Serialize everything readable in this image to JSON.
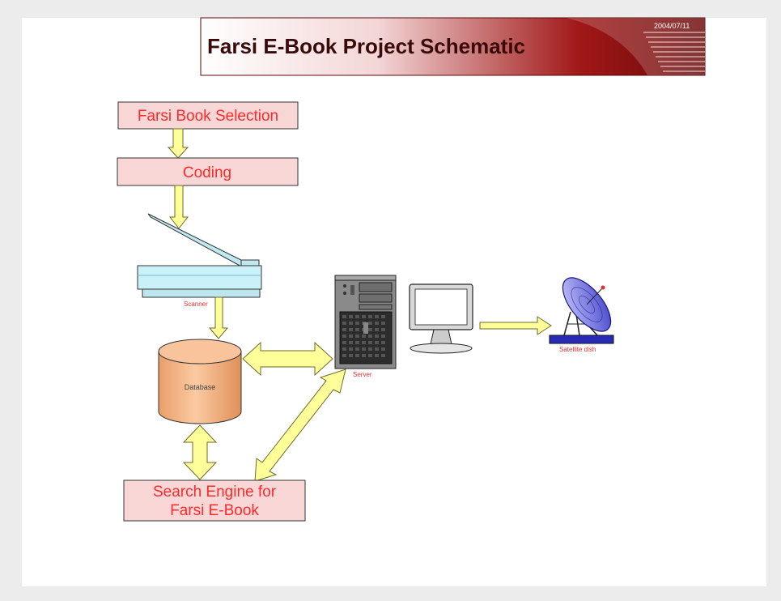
{
  "title": "Farsi E-Book Project Schematic",
  "date": "2004/07/11",
  "boxes": {
    "book_selection": "Farsi  Book Selection",
    "coding": "Coding",
    "search_line1": "Search Engine for",
    "search_line2": "Farsi E-Book"
  },
  "devices": {
    "scanner": "Scanner",
    "database": "Database",
    "server": "Server",
    "satellite": "Satellite dish"
  },
  "colors": {
    "banner_dark": "#7a0a0a",
    "box_fill": "#fad7d7",
    "label_red": "#ff2a2a",
    "arrow_fill": "#ffff99",
    "database_fill": "#f7b889"
  }
}
